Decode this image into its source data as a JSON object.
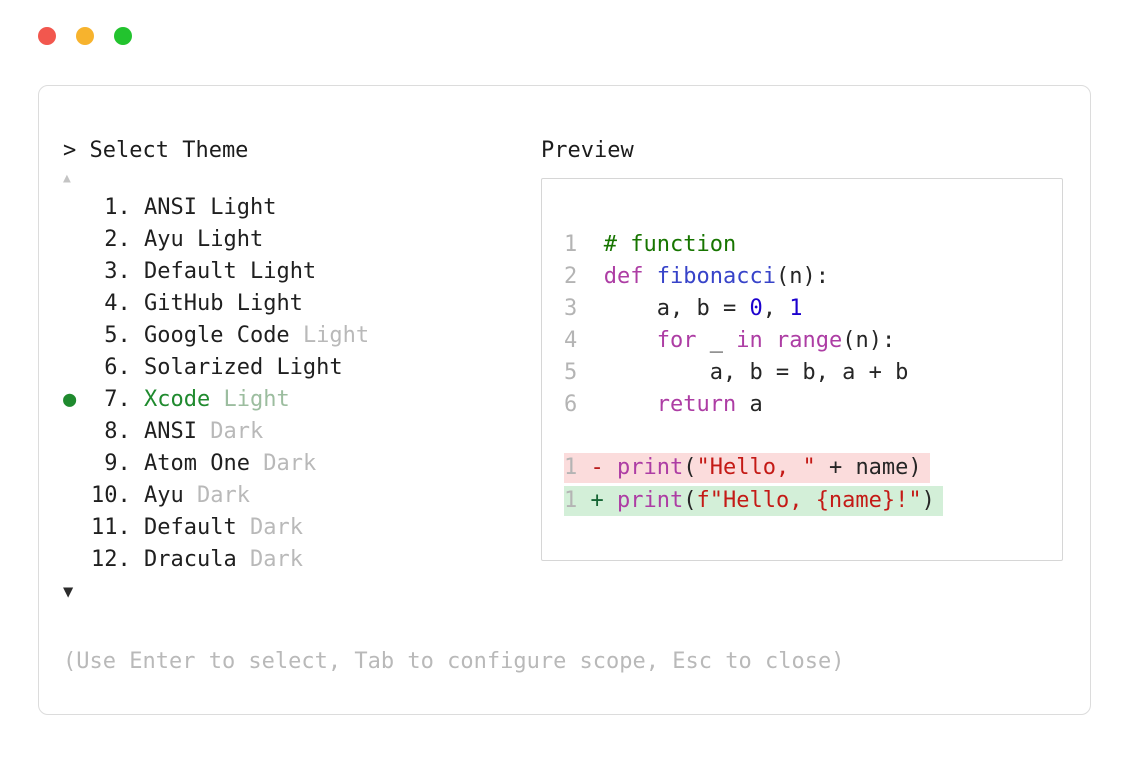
{
  "window": {
    "controls": [
      {
        "name": "close",
        "color": "#f2574e"
      },
      {
        "name": "minimize",
        "color": "#f7b32d"
      },
      {
        "name": "zoom",
        "color": "#22c32e"
      }
    ]
  },
  "selector": {
    "title": "> Select Theme",
    "scroll_up_icon": "▲",
    "scroll_down_icon": "▼",
    "bullet_icon": "●",
    "selected_color": "#1f8a2e",
    "selected_variant_color": "#9cbd9f",
    "dim_color": "#b9b9b9",
    "hint": "(Use Enter to select, Tab to configure scope, Esc to close)",
    "items": [
      {
        "number": " 1.",
        "name": "ANSI",
        "variant": "Light",
        "dim_variant": false,
        "selected": false
      },
      {
        "number": " 2.",
        "name": "Ayu",
        "variant": "Light",
        "dim_variant": false,
        "selected": false
      },
      {
        "number": " 3.",
        "name": "Default",
        "variant": "Light",
        "dim_variant": false,
        "selected": false
      },
      {
        "number": " 4.",
        "name": "GitHub",
        "variant": "Light",
        "dim_variant": false,
        "selected": false
      },
      {
        "number": " 5.",
        "name": "Google Code",
        "variant": "Light",
        "dim_variant": true,
        "selected": false
      },
      {
        "number": " 6.",
        "name": "Solarized",
        "variant": "Light",
        "dim_variant": false,
        "selected": false
      },
      {
        "number": " 7.",
        "name": "Xcode",
        "variant": "Light",
        "dim_variant": true,
        "selected": true
      },
      {
        "number": " 8.",
        "name": "ANSI",
        "variant": "Dark",
        "dim_variant": true,
        "selected": false
      },
      {
        "number": " 9.",
        "name": "Atom One",
        "variant": "Dark",
        "dim_variant": true,
        "selected": false
      },
      {
        "number": "10.",
        "name": "Ayu",
        "variant": "Dark",
        "dim_variant": true,
        "selected": false
      },
      {
        "number": "11.",
        "name": "Default",
        "variant": "Dark",
        "dim_variant": true,
        "selected": false
      },
      {
        "number": "12.",
        "name": "Dracula",
        "variant": "Dark",
        "dim_variant": true,
        "selected": false
      }
    ]
  },
  "preview": {
    "title": "Preview",
    "colors": {
      "comment": "#177500",
      "keyword": "#ad3da4",
      "function": "#3743c9",
      "number": "#1c01ce",
      "string": "#c41a16",
      "plain": "#262626",
      "line_number": "#b4b4b4",
      "diff_del_bg": "#fbdcdc",
      "diff_add_bg": "#d3efd8",
      "diff_del_sign": "#b91c1c",
      "diff_add_sign": "#166534"
    },
    "code_lines": [
      {
        "num": "1",
        "tokens": [
          {
            "t": "# function",
            "c": "comment"
          }
        ]
      },
      {
        "num": "2",
        "tokens": [
          {
            "t": "def ",
            "c": "keyword"
          },
          {
            "t": "fibonacci",
            "c": "function"
          },
          {
            "t": "(n):",
            "c": "plain"
          }
        ]
      },
      {
        "num": "3",
        "tokens": [
          {
            "t": "    a, b = ",
            "c": "plain"
          },
          {
            "t": "0",
            "c": "number"
          },
          {
            "t": ", ",
            "c": "plain"
          },
          {
            "t": "1",
            "c": "number"
          }
        ]
      },
      {
        "num": "4",
        "tokens": [
          {
            "t": "    ",
            "c": "plain"
          },
          {
            "t": "for",
            "c": "keyword"
          },
          {
            "t": " _ ",
            "c": "plain"
          },
          {
            "t": "in",
            "c": "keyword"
          },
          {
            "t": " ",
            "c": "plain"
          },
          {
            "t": "range",
            "c": "keyword"
          },
          {
            "t": "(n):",
            "c": "plain"
          }
        ]
      },
      {
        "num": "5",
        "tokens": [
          {
            "t": "        a, b = b, a + b",
            "c": "plain"
          }
        ]
      },
      {
        "num": "6",
        "tokens": [
          {
            "t": "    ",
            "c": "plain"
          },
          {
            "t": "return",
            "c": "keyword"
          },
          {
            "t": " a",
            "c": "plain"
          }
        ]
      }
    ],
    "diff_lines": [
      {
        "num": "1",
        "sign": "-",
        "bg": "diff_del_bg",
        "sign_color": "diff_del_sign",
        "tokens": [
          {
            "t": "print",
            "c": "keyword"
          },
          {
            "t": "(",
            "c": "plain"
          },
          {
            "t": "\"Hello, \"",
            "c": "string"
          },
          {
            "t": " + name)",
            "c": "plain"
          }
        ]
      },
      {
        "num": "1",
        "sign": "+",
        "bg": "diff_add_bg",
        "sign_color": "diff_add_sign",
        "tokens": [
          {
            "t": "print",
            "c": "keyword"
          },
          {
            "t": "(",
            "c": "plain"
          },
          {
            "t": "f\"Hello, {name}!\"",
            "c": "string"
          },
          {
            "t": ")",
            "c": "plain"
          }
        ]
      }
    ]
  }
}
